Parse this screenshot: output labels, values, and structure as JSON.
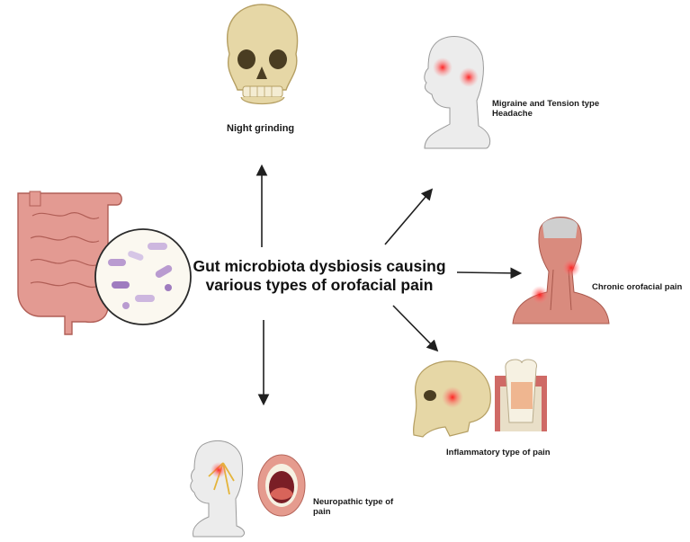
{
  "central": {
    "title_line1": "Gut microbiota dysbiosis causing",
    "title_line2": "various types of orofacial pain"
  },
  "outcomes": {
    "night_grinding": "Night grinding",
    "migraine_line1": "Migraine and Tension type",
    "migraine_line2": "Headache",
    "chronic_orofacial": "Chronic orofacial pain",
    "inflammatory": "Inflammatory type of pain",
    "neuropathic_line1": "Neuropathic type of",
    "neuropathic_line2": "pain"
  },
  "colors": {
    "arrow": "#1f1f1f",
    "bone": "#e6d7a6",
    "intestine": "#e39a92",
    "bacteria": "#b99bd0",
    "muscle": "#d98b7e",
    "skin": "#ececec",
    "pain": "#ff2a2a"
  }
}
